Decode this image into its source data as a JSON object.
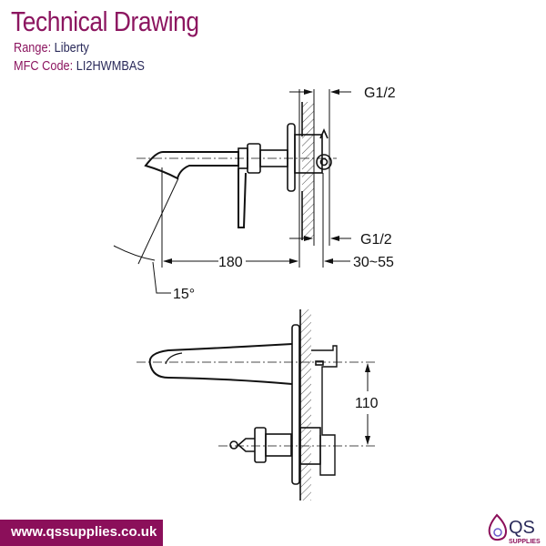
{
  "header": {
    "title": "Technical Drawing",
    "range_label": "Range:",
    "range_value": "Liberty",
    "mfc_label": "MFC Code:",
    "mfc_value": "LI2HWMBAS"
  },
  "drawing": {
    "side_view": {
      "dim_top": "G1/2",
      "dim_bottom": "G1/2",
      "dim_length": "180",
      "dim_wall": "30~55",
      "dim_angle": "15°"
    },
    "top_view": {
      "dim_spacing": "110"
    }
  },
  "footer": {
    "url": "www.qssupplies.co.uk",
    "logo_main": "QS",
    "logo_sub": "SUPPLIES"
  },
  "colors": {
    "brand": "#8b0f5a",
    "accent_navy": "#2a2a5a",
    "line": "#111111"
  }
}
